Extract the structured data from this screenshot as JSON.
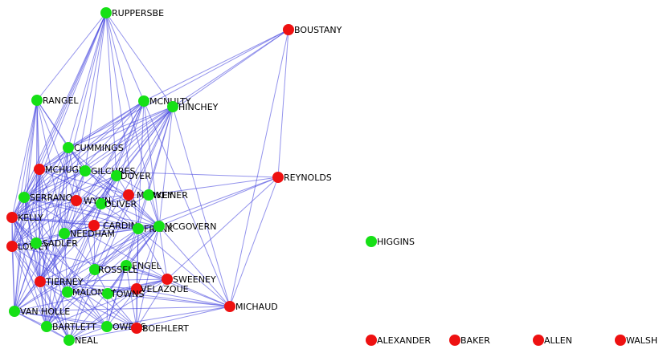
{
  "colors": {
    "green": "#16e016",
    "red": "#ee1111",
    "edge": "#3b3bdc"
  },
  "nodes": [
    {
      "id": "RUPPERSBE",
      "label": "RUPPERSBE",
      "color": "green"
    },
    {
      "id": "BOUSTANY",
      "label": "BOUSTANY",
      "color": "red"
    },
    {
      "id": "RANGEL",
      "label": "RANGEL",
      "color": "green"
    },
    {
      "id": "MCNULTY",
      "label": "MCNULTY",
      "color": "green"
    },
    {
      "id": "HINCHEY",
      "label": "HINCHEY",
      "color": "green"
    },
    {
      "id": "CUMMINGS",
      "label": "CUMMINGS",
      "color": "green"
    },
    {
      "id": "MCHUGH",
      "label": "MCHUGH",
      "color": "red"
    },
    {
      "id": "GILCHRES",
      "label": "GILCHRES",
      "color": "green"
    },
    {
      "id": "DOYER",
      "label": "DOYER",
      "color": "green"
    },
    {
      "id": "REYNOLDS",
      "label": "REYNOLDS",
      "color": "red"
    },
    {
      "id": "SERRANO",
      "label": "SERRANO",
      "color": "green"
    },
    {
      "id": "WYNN",
      "label": "WYNN",
      "color": "red"
    },
    {
      "id": "OLIVER",
      "label": "OLIVER",
      "color": "green"
    },
    {
      "id": "MARKEY",
      "label": "MARKEY",
      "color": "red"
    },
    {
      "id": "WEINER",
      "label": "WEINER",
      "color": "green"
    },
    {
      "id": "KELLY",
      "label": "KELLY",
      "color": "red"
    },
    {
      "id": "CARDIN",
      "label": "CARDIN",
      "color": "red"
    },
    {
      "id": "FRANK",
      "label": "FRANK",
      "color": "green"
    },
    {
      "id": "MCGOVERN",
      "label": "MCGOVERN",
      "color": "green"
    },
    {
      "id": "NEEDHAM",
      "label": "NEEDHAM",
      "color": "green"
    },
    {
      "id": "LOWEY",
      "label": "LOWEY",
      "color": "red"
    },
    {
      "id": "SADLER",
      "label": "SADLER",
      "color": "green"
    },
    {
      "id": "HIGGINS",
      "label": "HIGGINS",
      "color": "green"
    },
    {
      "id": "ENGEL",
      "label": "ENGEL",
      "color": "green"
    },
    {
      "id": "ROSSELL",
      "label": "ROSSELL",
      "color": "green"
    },
    {
      "id": "TIERNEY",
      "label": "TIERNEY",
      "color": "red"
    },
    {
      "id": "SWEENEY",
      "label": "SWEENEY",
      "color": "red"
    },
    {
      "id": "VELAZQUE",
      "label": "VELAZQUE",
      "color": "red"
    },
    {
      "id": "MALONEY",
      "label": "MALONEY",
      "color": "green"
    },
    {
      "id": "TOWNS",
      "label": "TOWNS",
      "color": "green"
    },
    {
      "id": "MICHAUD",
      "label": "MICHAUD",
      "color": "red"
    },
    {
      "id": "VANHOLLE",
      "label": "VAN HOLLE",
      "color": "green"
    },
    {
      "id": "BARTLETT",
      "label": "BARTLETT",
      "color": "green"
    },
    {
      "id": "OWENS",
      "label": "OWENS",
      "color": "green"
    },
    {
      "id": "BOEHLERT",
      "label": "BOEHLERT",
      "color": "red"
    },
    {
      "id": "NEAL",
      "label": "NEAL",
      "color": "green"
    },
    {
      "id": "ALEXANDER",
      "label": "ALEXANDER",
      "color": "red"
    },
    {
      "id": "BAKER",
      "label": "BAKER",
      "color": "red"
    },
    {
      "id": "ALLEN",
      "label": "ALLEN",
      "color": "red"
    },
    {
      "id": "WALSH",
      "label": "WALSH",
      "color": "red"
    }
  ],
  "edges": [
    [
      "RUPPERSBE",
      "RANGEL"
    ],
    [
      "RUPPERSBE",
      "MCNULTY"
    ],
    [
      "RUPPERSBE",
      "HINCHEY"
    ],
    [
      "RUPPERSBE",
      "CUMMINGS"
    ],
    [
      "RUPPERSBE",
      "SERRANO"
    ],
    [
      "RUPPERSBE",
      "KELLY"
    ],
    [
      "RUPPERSBE",
      "MCHUGH"
    ],
    [
      "RUPPERSBE",
      "GILCHRES"
    ],
    [
      "RUPPERSBE",
      "NEEDHAM"
    ],
    [
      "RUPPERSBE",
      "FRANK"
    ],
    [
      "RUPPERSBE",
      "MCGOVERN"
    ],
    [
      "RUPPERSBE",
      "LOWEY"
    ],
    [
      "RUPPERSBE",
      "TIERNEY"
    ],
    [
      "RUPPERSBE",
      "DOYER"
    ],
    [
      "BOUSTANY",
      "MCNULTY"
    ],
    [
      "BOUSTANY",
      "HINCHEY"
    ],
    [
      "BOUSTANY",
      "CUMMINGS"
    ],
    [
      "BOUSTANY",
      "REYNOLDS"
    ],
    [
      "BOUSTANY",
      "MICHAUD"
    ],
    [
      "BOUSTANY",
      "GILCHRES"
    ],
    [
      "REYNOLDS",
      "MCGOVERN"
    ],
    [
      "REYNOLDS",
      "FRANK"
    ],
    [
      "REYNOLDS",
      "SWEENEY"
    ],
    [
      "REYNOLDS",
      "MCHUGH"
    ],
    [
      "REYNOLDS",
      "WEINER"
    ],
    [
      "REYNOLDS",
      "MICHAUD"
    ],
    [
      "MICHAUD",
      "MCGOVERN"
    ],
    [
      "MICHAUD",
      "FRANK"
    ],
    [
      "MICHAUD",
      "SWEENEY"
    ],
    [
      "MICHAUD",
      "VELAZQUE"
    ],
    [
      "MICHAUD",
      "BOEHLERT"
    ],
    [
      "MICHAUD",
      "OWENS"
    ],
    [
      "MICHAUD",
      "TIERNEY"
    ],
    [
      "MICHAUD",
      "VANHOLLE"
    ],
    [
      "MICHAUD",
      "HINCHEY"
    ],
    [
      "MICHAUD",
      "MCNULTY"
    ],
    [
      "MICHAUD",
      "ENGEL"
    ],
    [
      "MICHAUD",
      "TOWNS"
    ],
    [
      "RANGEL",
      "CUMMINGS"
    ],
    [
      "RANGEL",
      "MCHUGH"
    ],
    [
      "RANGEL",
      "SERRANO"
    ],
    [
      "RANGEL",
      "KELLY"
    ],
    [
      "RANGEL",
      "LOWEY"
    ],
    [
      "RANGEL",
      "WYNN"
    ],
    [
      "RANGEL",
      "NEEDHAM"
    ],
    [
      "RANGEL",
      "SADLER"
    ],
    [
      "RANGEL",
      "TIERNEY"
    ],
    [
      "RANGEL",
      "GILCHRES"
    ],
    [
      "RANGEL",
      "VANHOLLE"
    ],
    [
      "MCNULTY",
      "CUMMINGS"
    ],
    [
      "MCNULTY",
      "MCHUGH"
    ],
    [
      "MCNULTY",
      "SERRANO"
    ],
    [
      "MCNULTY",
      "KELLY"
    ],
    [
      "MCNULTY",
      "NEEDHAM"
    ],
    [
      "MCNULTY",
      "MALONEY"
    ],
    [
      "MCNULTY",
      "TIERNEY"
    ],
    [
      "MCNULTY",
      "BARTLETT"
    ],
    [
      "MCNULTY",
      "NEAL"
    ],
    [
      "MCNULTY",
      "MCGOVERN"
    ],
    [
      "MCNULTY",
      "FRANK"
    ],
    [
      "MCNULTY",
      "LOWEY"
    ],
    [
      "HINCHEY",
      "CUMMINGS"
    ],
    [
      "HINCHEY",
      "MCHUGH"
    ],
    [
      "HINCHEY",
      "SERRANO"
    ],
    [
      "HINCHEY",
      "KELLY"
    ],
    [
      "HINCHEY",
      "NEEDHAM"
    ],
    [
      "HINCHEY",
      "ROSSELL"
    ],
    [
      "HINCHEY",
      "TIERNEY"
    ],
    [
      "HINCHEY",
      "VANHOLLE"
    ],
    [
      "HINCHEY",
      "BARTLETT"
    ],
    [
      "HINCHEY",
      "NEAL"
    ],
    [
      "HINCHEY",
      "OWENS"
    ],
    [
      "HINCHEY",
      "MCGOVERN"
    ],
    [
      "HINCHEY",
      "FRANK"
    ],
    [
      "HINCHEY",
      "LOWEY"
    ],
    [
      "HINCHEY",
      "SADLER"
    ],
    [
      "CUMMINGS",
      "MCHUGH"
    ],
    [
      "CUMMINGS",
      "GILCHRES"
    ],
    [
      "CUMMINGS",
      "SERRANO"
    ],
    [
      "CUMMINGS",
      "KELLY"
    ],
    [
      "CUMMINGS",
      "LOWEY"
    ],
    [
      "CUMMINGS",
      "NEEDHAM"
    ],
    [
      "CUMMINGS",
      "TIERNEY"
    ],
    [
      "CUMMINGS",
      "VANHOLLE"
    ],
    [
      "CUMMINGS",
      "BARTLETT"
    ],
    [
      "CUMMINGS",
      "MCGOVERN"
    ],
    [
      "CUMMINGS",
      "FRANK"
    ],
    [
      "CUMMINGS",
      "ROSSELL"
    ],
    [
      "MCHUGH",
      "SERRANO"
    ],
    [
      "MCHUGH",
      "KELLY"
    ],
    [
      "MCHUGH",
      "LOWEY"
    ],
    [
      "MCHUGH",
      "TIERNEY"
    ],
    [
      "MCHUGH",
      "VANHOLLE"
    ],
    [
      "MCHUGH",
      "MARKEY"
    ],
    [
      "MCHUGH",
      "MCGOVERN"
    ],
    [
      "MCHUGH",
      "NEEDHAM"
    ],
    [
      "MCHUGH",
      "BARTLETT"
    ],
    [
      "MCHUGH",
      "NEAL"
    ],
    [
      "GILCHRES",
      "SERRANO"
    ],
    [
      "GILCHRES",
      "KELLY"
    ],
    [
      "GILCHRES",
      "TIERNEY"
    ],
    [
      "GILCHRES",
      "MCGOVERN"
    ],
    [
      "GILCHRES",
      "VANHOLLE"
    ],
    [
      "GILCHRES",
      "BARTLETT"
    ],
    [
      "DOYER",
      "KELLY"
    ],
    [
      "DOYER",
      "LOWEY"
    ],
    [
      "DOYER",
      "TIERNEY"
    ],
    [
      "DOYER",
      "VANHOLLE"
    ],
    [
      "DOYER",
      "BARTLETT"
    ],
    [
      "SERRANO",
      "KELLY"
    ],
    [
      "SERRANO",
      "LOWEY"
    ],
    [
      "SERRANO",
      "TIERNEY"
    ],
    [
      "SERRANO",
      "VANHOLLE"
    ],
    [
      "SERRANO",
      "BARTLETT"
    ],
    [
      "SERRANO",
      "NEAL"
    ],
    [
      "SERRANO",
      "MCGOVERN"
    ],
    [
      "SERRANO",
      "FRANK"
    ],
    [
      "SERRANO",
      "SWEENEY"
    ],
    [
      "SERRANO",
      "OWENS"
    ],
    [
      "SERRANO",
      "MALONEY"
    ],
    [
      "KELLY",
      "LOWEY"
    ],
    [
      "KELLY",
      "TIERNEY"
    ],
    [
      "KELLY",
      "VANHOLLE"
    ],
    [
      "KELLY",
      "BARTLETT"
    ],
    [
      "KELLY",
      "NEAL"
    ],
    [
      "KELLY",
      "MCGOVERN"
    ],
    [
      "KELLY",
      "FRANK"
    ],
    [
      "KELLY",
      "OWENS"
    ],
    [
      "KELLY",
      "BOEHLERT"
    ],
    [
      "KELLY",
      "MALONEY"
    ],
    [
      "LOWEY",
      "TIERNEY"
    ],
    [
      "LOWEY",
      "VANHOLLE"
    ],
    [
      "LOWEY",
      "BARTLETT"
    ],
    [
      "LOWEY",
      "NEAL"
    ],
    [
      "LOWEY",
      "MCGOVERN"
    ],
    [
      "LOWEY",
      "FRANK"
    ],
    [
      "LOWEY",
      "SWEENEY"
    ],
    [
      "LOWEY",
      "BOEHLERT"
    ],
    [
      "TIERNEY",
      "VANHOLLE"
    ],
    [
      "TIERNEY",
      "BARTLETT"
    ],
    [
      "TIERNEY",
      "NEAL"
    ],
    [
      "TIERNEY",
      "MCGOVERN"
    ],
    [
      "TIERNEY",
      "SWEENEY"
    ],
    [
      "TIERNEY",
      "BOEHLERT"
    ],
    [
      "TIERNEY",
      "OWENS"
    ],
    [
      "TIERNEY",
      "VELAZQUE"
    ],
    [
      "VANHOLLE",
      "BARTLETT"
    ],
    [
      "VANHOLLE",
      "NEAL"
    ],
    [
      "VANHOLLE",
      "MCGOVERN"
    ],
    [
      "VANHOLLE",
      "SWEENEY"
    ],
    [
      "VANHOLLE",
      "BOEHLERT"
    ],
    [
      "VANHOLLE",
      "OWENS"
    ],
    [
      "VANHOLLE",
      "FRANK"
    ],
    [
      "BARTLETT",
      "NEAL"
    ],
    [
      "BARTLETT",
      "MCGOVERN"
    ],
    [
      "BARTLETT",
      "SWEENEY"
    ],
    [
      "BARTLETT",
      "BOEHLERT"
    ],
    [
      "BARTLETT",
      "OWENS"
    ],
    [
      "BARTLETT",
      "FRANK"
    ],
    [
      "NEAL",
      "MCGOVERN"
    ],
    [
      "NEAL",
      "SWEENEY"
    ],
    [
      "NEAL",
      "BOEHLERT"
    ],
    [
      "NEAL",
      "OWENS"
    ],
    [
      "NEAL",
      "VELAZQUE"
    ],
    [
      "MCGOVERN",
      "FRANK"
    ],
    [
      "MCGOVERN",
      "SWEENEY"
    ],
    [
      "MCGOVERN",
      "VELAZQUE"
    ],
    [
      "MCGOVERN",
      "BOEHLERT"
    ],
    [
      "MCGOVERN",
      "TOWNS"
    ],
    [
      "MCGOVERN",
      "ENGEL"
    ],
    [
      "MCGOVERN",
      "ROSSELL"
    ],
    [
      "MCGOVERN",
      "MALONEY"
    ],
    [
      "MCGOVERN",
      "NEEDHAM"
    ],
    [
      "MCGOVERN",
      "CARDIN"
    ],
    [
      "MCGOVERN",
      "WEINER"
    ],
    [
      "MCGOVERN",
      "MARKEY"
    ],
    [
      "FRANK",
      "SWEENEY"
    ],
    [
      "FRANK",
      "VELAZQUE"
    ],
    [
      "FRANK",
      "BOEHLERT"
    ],
    [
      "FRANK",
      "ENGEL"
    ],
    [
      "FRANK",
      "ROSSELL"
    ],
    [
      "FRANK",
      "CARDIN"
    ],
    [
      "FRANK",
      "OLIVER"
    ],
    [
      "FRANK",
      "WYNN"
    ],
    [
      "SWEENEY",
      "VELAZQUE"
    ],
    [
      "SWEENEY",
      "BOEHLERT"
    ],
    [
      "SWEENEY",
      "ENGEL"
    ],
    [
      "SWEENEY",
      "TOWNS"
    ],
    [
      "VELAZQUE",
      "BOEHLERT"
    ],
    [
      "VELAZQUE",
      "OWENS"
    ],
    [
      "VELAZQUE",
      "TOWNS"
    ],
    [
      "VELAZQUE",
      "MALONEY"
    ],
    [
      "ENGEL",
      "ROSSELL"
    ],
    [
      "ENGEL",
      "TOWNS"
    ],
    [
      "ENGEL",
      "MALONEY"
    ],
    [
      "ENGEL",
      "BOEHLERT"
    ],
    [
      "ENGEL",
      "OWENS"
    ],
    [
      "ROSSELL",
      "MALONEY"
    ],
    [
      "ROSSELL",
      "TOWNS"
    ],
    [
      "ROSSELL",
      "NEEDHAM"
    ],
    [
      "ROSSELL",
      "CARDIN"
    ],
    [
      "MALONEY",
      "TOWNS"
    ],
    [
      "MALONEY",
      "OWENS"
    ],
    [
      "MALONEY",
      "NEEDHAM"
    ],
    [
      "MALONEY",
      "BARTLETT"
    ],
    [
      "NEEDHAM",
      "SADLER"
    ],
    [
      "NEEDHAM",
      "CARDIN"
    ],
    [
      "NEEDHAM",
      "WYNN"
    ],
    [
      "NEEDHAM",
      "OLIVER"
    ],
    [
      "SADLER",
      "LOWEY"
    ],
    [
      "SADLER",
      "KELLY"
    ],
    [
      "SADLER",
      "TIERNEY"
    ],
    [
      "SADLER",
      "VANHOLLE"
    ],
    [
      "WYNN",
      "OLIVER"
    ],
    [
      "WYNN",
      "MARKEY"
    ],
    [
      "WYNN",
      "SERRANO"
    ],
    [
      "WYNN",
      "KELLY"
    ],
    [
      "OLIVER",
      "MARKEY"
    ],
    [
      "OLIVER",
      "WEINER"
    ],
    [
      "OLIVER",
      "CARDIN"
    ],
    [
      "MARKEY",
      "WEINER"
    ],
    [
      "MARKEY",
      "DOYER"
    ],
    [
      "MARKEY",
      "GILCHRES"
    ],
    [
      "WEINER",
      "DOYER"
    ],
    [
      "WEINER",
      "CARDIN"
    ],
    [
      "CARDIN",
      "KELLY"
    ],
    [
      "CARDIN",
      "LOWEY"
    ],
    [
      "CARDIN",
      "TIERNEY"
    ],
    [
      "OWENS",
      "BOEHLERT"
    ],
    [
      "OWENS",
      "TOWNS"
    ],
    [
      "BOEHLERT",
      "TOWNS"
    ]
  ]
}
